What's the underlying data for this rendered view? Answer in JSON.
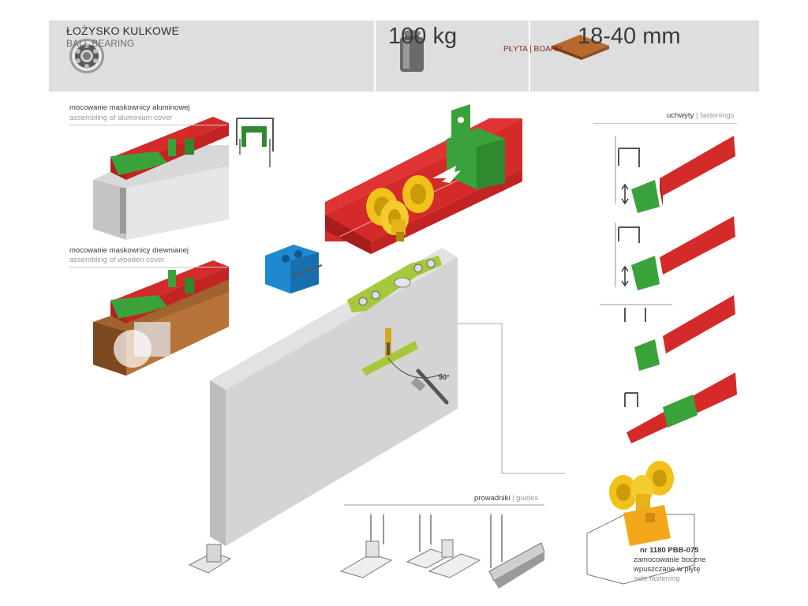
{
  "header": {
    "bearing_title": "ŁOŻYSKO KULKOWE",
    "bearing_subtitle": "BALL BEARING",
    "max_load": "100 kg",
    "board_label": "PŁYTA | BOARD",
    "board_thickness": "18-40 mm"
  },
  "labels": {
    "aluminium_pl": "mocowanie maskownicy aluminowej",
    "aluminium_en": "assembling of aluminium cover",
    "wooden_pl": "mocowanie maskownicy drewnianej",
    "wooden_en": "assembling of wooden cover",
    "fastenings_pl": "uchwyty",
    "fastenings_sep": " | ",
    "fastenings_en": "fastenings",
    "guides_pl": "prowadniki",
    "guides_sep": " | ",
    "guides_en": "guides",
    "angle": "90°",
    "part_number": "nr 1180 PBB-075",
    "side_pl_1": "zamocowanie boczne",
    "side_pl_2": "wpuszczane w płytę",
    "side_en": "side fastening"
  },
  "colors": {
    "rail_red": "#d42a2a",
    "bracket_green": "#3aa23a",
    "plate_lime": "#a6c83c",
    "trolley_yellow": "#f2c21a",
    "stopper_blue": "#1e88d0",
    "board_brown": "#a0622e",
    "header_bg": "#dedede"
  }
}
